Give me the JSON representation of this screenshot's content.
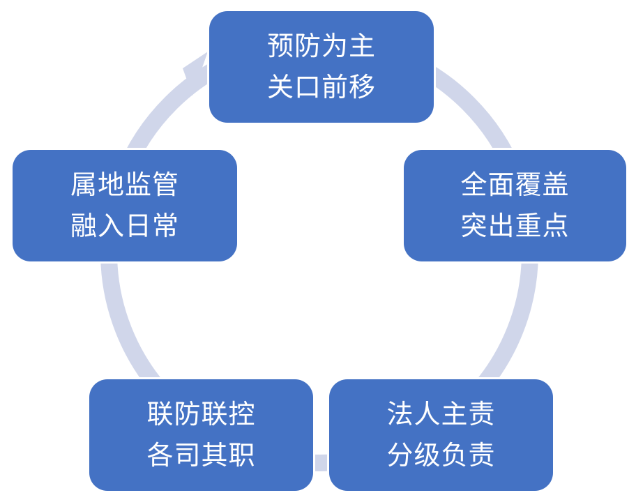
{
  "diagram": {
    "type": "cycle",
    "colors": {
      "node_fill": "#4472c4",
      "node_text": "#ffffff",
      "ring": "#d0d6ea"
    },
    "nodes": [
      {
        "line1": "预防为主",
        "line2": "关口前移"
      },
      {
        "line1": "全面覆盖",
        "line2": "突出重点"
      },
      {
        "line1": "法人主责",
        "line2": "分级负责"
      },
      {
        "line1": "联防联控",
        "line2": "各司其职"
      },
      {
        "line1": "属地监管",
        "line2": "融入日常"
      }
    ]
  }
}
